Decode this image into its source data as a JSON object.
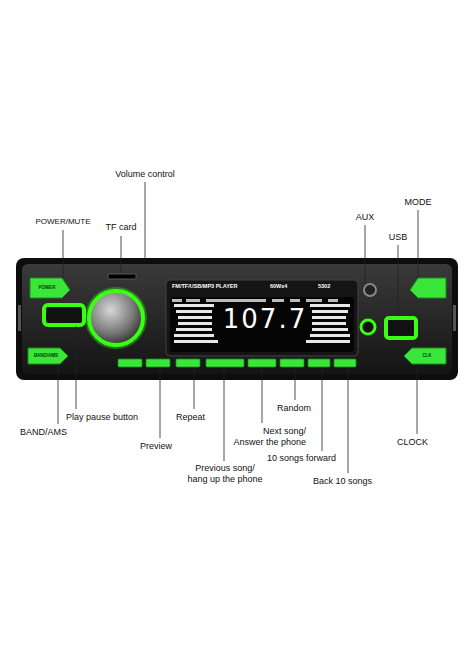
{
  "diagram": {
    "labels": [
      "Volume control",
      "POWER/MUTE",
      "TF card",
      "AUX",
      "MODE",
      "USB",
      "FM/TF/USB/MP3 PLAYER",
      "60Wx4",
      "5302",
      "107.7",
      "POWER",
      "BAND/AMS",
      "CLK",
      "Play pause button",
      "BAND/AMS",
      "Repeat",
      "Preview",
      "Random",
      "Next song/ Answer the phone",
      "Previous song/ hang up the phone",
      "10 songs forward",
      "Back 10 songs",
      "CLOCK"
    ]
  }
}
